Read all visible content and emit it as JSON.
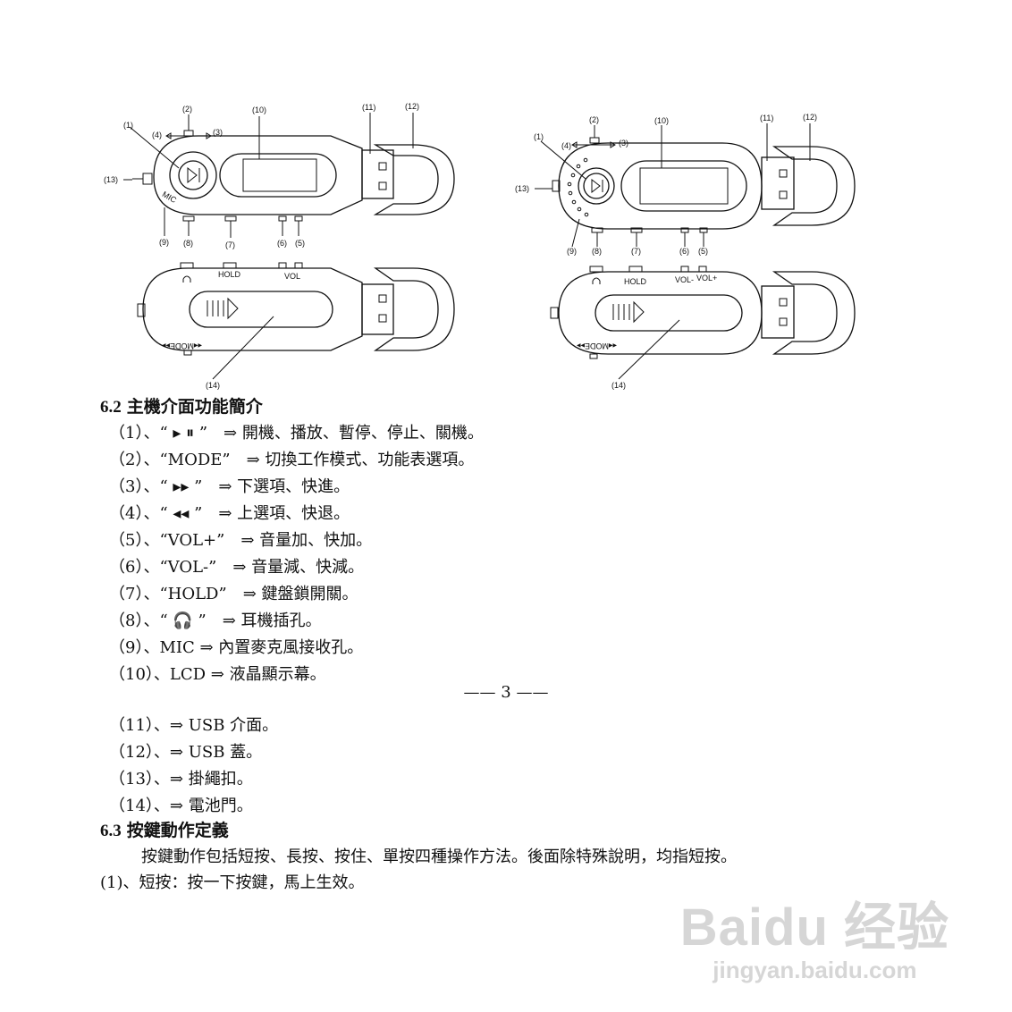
{
  "diagram": {
    "labels": {
      "l1": "(1)",
      "l2": "(2)",
      "l3": "(3)",
      "l4": "(4)",
      "l5": "(5)",
      "l6": "(6)",
      "l7": "(7)",
      "l8": "(8)",
      "l9": "(9)",
      "l10": "(10)",
      "l11": "(11)",
      "l12": "(12)",
      "l13": "(13)",
      "l14": "(14)"
    },
    "device_text": {
      "mic": "MIC",
      "hold": "HOLD",
      "vol": "VOL",
      "vol_minus": "VOL-",
      "vol_plus": "VOL+",
      "mode": "◂◂MODE▸▸"
    }
  },
  "section_62": {
    "number": "6.2",
    "title": "主機介面功能簡介",
    "items": [
      "（1）、“ ▸ ⏸ ”　⇒ 開機、播放、暫停、停止、關機。",
      "（2）、“MODE”　⇒ 切換工作模式、功能表選項。",
      "（3）、“ ▸▸ ”　⇒ 下選項、快進。",
      "（4）、“ ◂◂ ”　⇒ 上選項、快退。",
      "（5）、“VOL+”　⇒ 音量加、快加。",
      "（6）、“VOL-”　⇒ 音量減、快減。",
      "（7）、“HOLD”　⇒ 鍵盤鎖開關。",
      "（8）、“ 🎧 ”　⇒ 耳機插孔。",
      "（9）、MIC ⇒ 內置麥克風接收孔。",
      "（10）、LCD ⇒ 液晶顯示幕。"
    ]
  },
  "page_number": "—— 3 ——",
  "items_continued": [
    "（11）、⇒ USB 介面。",
    "（12）、⇒ USB 蓋。",
    "（13）、⇒ 掛繩扣。",
    "（14）、⇒ 電池門。"
  ],
  "section_63": {
    "number": "6.3",
    "title": "按鍵動作定義",
    "paragraph": "按鍵動作包括短按、長按、按住、單按四種操作方法。後面除特殊說明，均指短按。",
    "item1": "(1)、短按：按一下按鍵，馬上生效。"
  },
  "watermark": {
    "logo": "Baidu 经验",
    "url": "jingyan.baidu.com"
  }
}
